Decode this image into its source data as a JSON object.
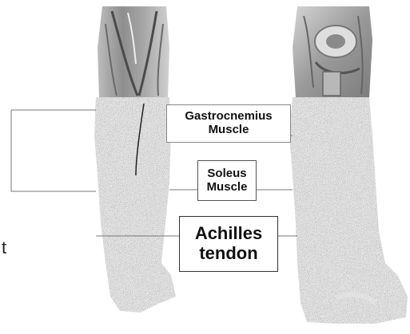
{
  "labels": {
    "gastrocnemius_line1": "Gastrocnemius",
    "gastrocnemius_line2": "Muscle",
    "soleus_line1": "Soleus",
    "soleus_line2": "Muscle",
    "achilles_line1": "Achilles",
    "achilles_line2": "tendon",
    "side_letter": "t"
  },
  "colors": {
    "background": "#ffffff",
    "leg_texture": "#7a7a7a",
    "upper_muscle": "#9a9a9a",
    "box_border": "#555555",
    "text": "#111111"
  },
  "icons": {
    "left_leg": "leg-back-view-illustration",
    "right_leg": "leg-side-view-illustration"
  }
}
